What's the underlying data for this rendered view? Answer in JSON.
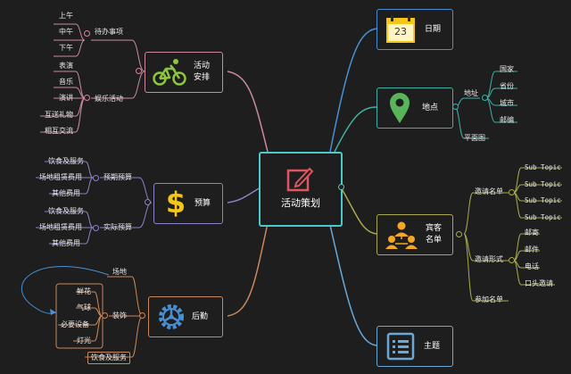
{
  "center": {
    "label": "活动策划"
  },
  "branches": {
    "activity": {
      "label_line1": "活动",
      "label_line2": "安排",
      "todo": {
        "label": "待办事项",
        "items": [
          "上午",
          "中午",
          "下午"
        ]
      },
      "fun": {
        "label": "娱乐活动",
        "items": [
          "表演",
          "音乐",
          "演讲",
          "互送礼物",
          "相互交流"
        ]
      }
    },
    "budget": {
      "label": "预算",
      "planned": {
        "label": "预期预算",
        "items": [
          "饮食及服务",
          "场地租赁费用",
          "其他费用"
        ]
      },
      "actual": {
        "label": "实际预算",
        "items": [
          "饮食及服务",
          "场地租赁费用",
          "其他费用"
        ]
      }
    },
    "logistics": {
      "label": "后勤",
      "venue": {
        "label": "场地"
      },
      "decor": {
        "label": "装饰",
        "items": [
          "鲜花",
          "气球",
          "必要设备",
          "灯光"
        ]
      },
      "catering": {
        "label": "饮食及服务"
      }
    },
    "date": {
      "label": "日期",
      "calendar_number": "23"
    },
    "place": {
      "label": "地点",
      "address": {
        "label": "地址",
        "items": [
          "国家",
          "省份",
          "城市",
          "邮编"
        ]
      },
      "floorplan": {
        "label": "平面图"
      }
    },
    "guests": {
      "label_line1": "宾客",
      "label_line2": "名单",
      "invite_list": {
        "label": "邀请名单",
        "items": [
          "Sub Topic",
          "Sub Topic",
          "Sub Topic",
          "Sub Topic"
        ]
      },
      "invite_method": {
        "label": "邀请形式",
        "items": [
          "邮寄",
          "邮件",
          "电话",
          "口头邀请"
        ]
      },
      "attend_list": {
        "label": "参加名单"
      }
    },
    "theme": {
      "label": "主题"
    }
  },
  "colors": {
    "background": "#1e1e1e",
    "center_border": "#4ec9c9",
    "center_icon": "#e05561",
    "pink": "#c98a9c",
    "purple": "#8c82c4",
    "orange": "#c9875a",
    "blue": "#4a8fd4",
    "teal": "#3fb0a8",
    "olive": "#a9a84e",
    "sky": "#6aa8d8",
    "yellow": "#f5c518",
    "green": "#5ab45a",
    "lime": "#8cc63f"
  }
}
